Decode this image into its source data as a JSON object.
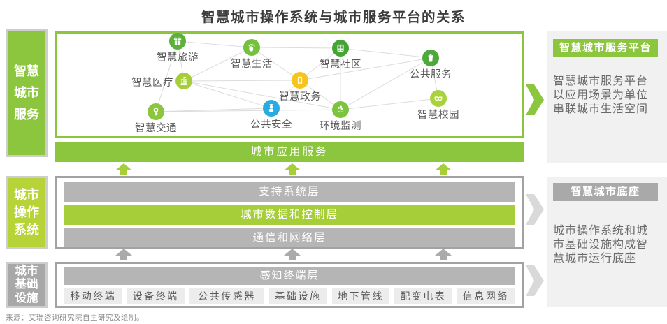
{
  "title": "智慧城市操作系统与城市服务平台的关系",
  "source_note": "来源：艾瑞咨询研究院自主研究及绘制。",
  "colors": {
    "main_green": "#8cc63f",
    "arrow_green": "#a6ce39",
    "os_sidebar_green": "#b6d437",
    "data_layer_green": "#a6ce39",
    "gray_bar": "#b5b5b5",
    "gray_header": "#a9a9a9",
    "gray_sidebar": "#a8a8a8",
    "gray_arrow": "#ababab",
    "gray_chevron": "#d9d9d9",
    "panel_bg": "#f1f1f1",
    "node_yellow": "#f6c51d",
    "node_blue": "#29abe2"
  },
  "sidebar": {
    "items": [
      {
        "label": "智慧城市服务"
      },
      {
        "label": "城市操作系统"
      },
      {
        "label": "城市基础设施"
      }
    ]
  },
  "network": {
    "nodes": [
      {
        "label": "智慧旅游",
        "icon": "gift-icon",
        "color": "#5bb13c"
      },
      {
        "label": "智慧生活",
        "icon": "footprint-icon",
        "color": "#74c13e"
      },
      {
        "label": "智慧社区",
        "icon": "building-grid-icon",
        "color": "#46a336"
      },
      {
        "label": "公共服务",
        "icon": "trash-bin-icon",
        "color": "#4ca93a"
      },
      {
        "label": "智慧医疗",
        "icon": "hospital-icon",
        "color": "#a5ce39"
      },
      {
        "label": "智慧政务",
        "icon": "tablet-icon",
        "color": "#f6c51d"
      },
      {
        "label": "公共安全",
        "icon": "person-icon",
        "color": "#29abe2"
      },
      {
        "label": "环境监测",
        "icon": "eco-monitor-icon",
        "color": "#7cc43f"
      },
      {
        "label": "智慧交通",
        "icon": "key-icon",
        "color": "#8cc63f"
      },
      {
        "label": "智慧校园",
        "icon": "glasses-icon",
        "color": "#a9d23c"
      }
    ]
  },
  "app_bar": {
    "label": "城市应用服务"
  },
  "os_box": {
    "layers": [
      "支持系统层",
      "城市数据和控制层",
      "通信和网络层"
    ]
  },
  "infra_box": {
    "perception_label": "感知终端层",
    "terminals": [
      "移动终端",
      "设备终端",
      "公共传感器",
      "基础设施",
      "地下管线",
      "配变电表",
      "信息网络"
    ]
  },
  "right_panels": [
    {
      "header": "智慧城市服务平台",
      "body": "智慧城市服务平台以应用场景为单位串联城市生活空间"
    },
    {
      "header": "智慧城市底座",
      "body": "城市操作系统和城市基础设施构成智慧城市运行底座"
    }
  ]
}
